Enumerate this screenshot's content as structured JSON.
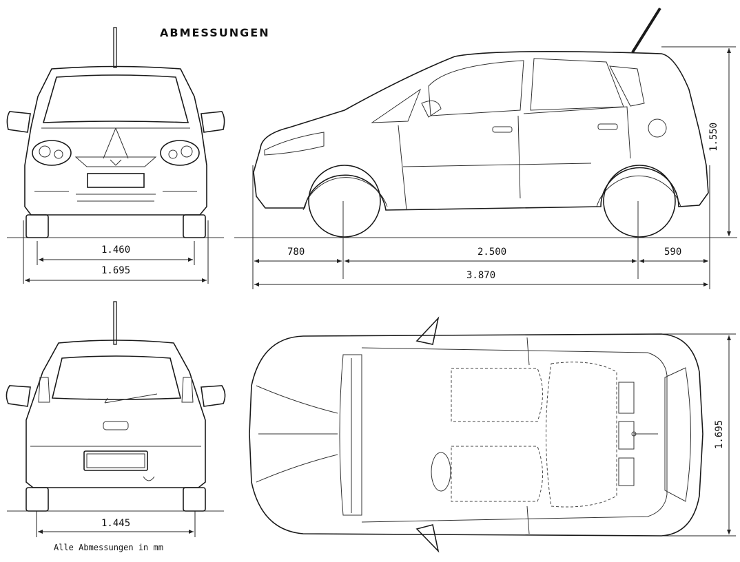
{
  "title": "ABMESSUNGEN",
  "note": "Alle Abmessungen in mm",
  "dimensions": {
    "front_track": "1.460",
    "front_width": "1.695",
    "front_overhang": "780",
    "wheelbase": "2.500",
    "rear_overhang": "590",
    "length": "3.870",
    "height": "1.550",
    "rear_track": "1.445",
    "top_width": "1.695"
  }
}
